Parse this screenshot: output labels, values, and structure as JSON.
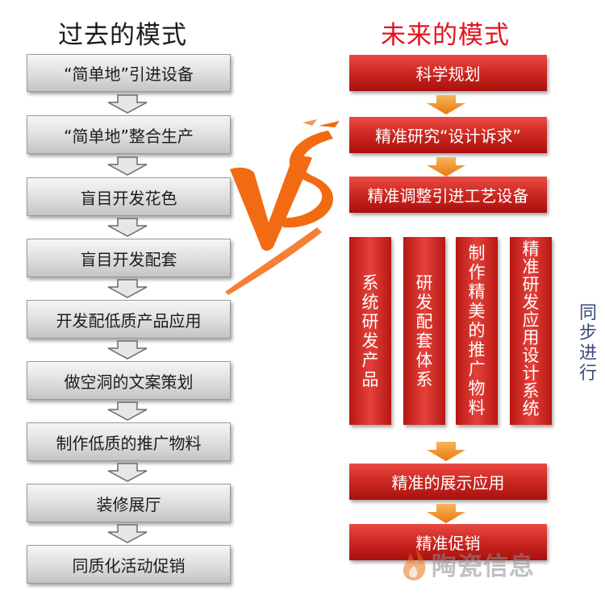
{
  "titles": {
    "past": "过去的模式",
    "future": "未来的模式"
  },
  "past_steps": [
    "“简单地”引进设备",
    "“简单地”整合生产",
    "盲目开发花色",
    "盲目开发配套",
    "开发配低质产品应用",
    "做空洞的文案策划",
    "制作低质的推广物料",
    "装修展厅",
    "同质化活动促销"
  ],
  "future_top": [
    "科学规划",
    "精准研究“设计诉求”",
    "精准调整引进工艺设备"
  ],
  "future_parallel": [
    "系统研发产品",
    "研发配套体系",
    "制作精美的推广物料",
    "精准研发应用设计系统"
  ],
  "parallel_note": "同步进行",
  "future_bottom": [
    "精准的展示应用",
    "精准促销"
  ],
  "watermark": {
    "text": "陶瓷信息",
    "icon": "flame-logo-icon"
  },
  "vs_graphic": {
    "icon": "vs-brush-icon",
    "color": "#f26a12"
  },
  "colors": {
    "past_title": "#1a1a1a",
    "future_title": "#e3121b",
    "past_box": "#d9d9d9",
    "future_box": "#c9201b",
    "future_arrow": "#f28a1e",
    "note_text": "#3a4a7a"
  }
}
